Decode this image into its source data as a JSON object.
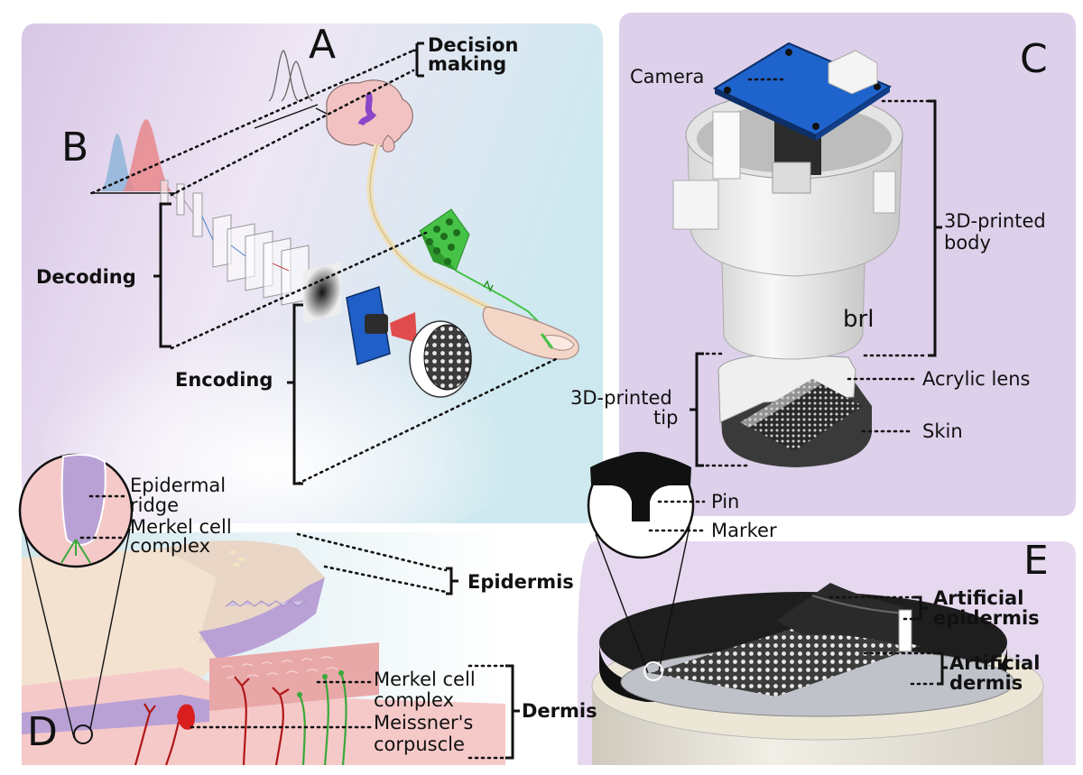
{
  "panels": {
    "a": "A",
    "b": "B",
    "c": "C",
    "d": "D",
    "e": "E"
  },
  "panel_ab": {
    "decision_line1": "Decision",
    "decision_line2": "making",
    "decoding": "Decoding",
    "encoding": "Encoding"
  },
  "panel_c": {
    "camera": "Camera",
    "body_line1": "3D-printed",
    "body_line2": "body",
    "tip_line1": "3D-printed",
    "tip_line2": "tip",
    "acrylic_lens": "Acrylic lens",
    "skin": "Skin",
    "logo": "brl"
  },
  "panel_d": {
    "ridge_line1": "Epidermal",
    "ridge_line2": "ridge",
    "merkel_top_line1": "Merkel cell",
    "merkel_top_line2": "complex",
    "epidermis": "Epidermis",
    "merkel_line1": "Merkel cell",
    "merkel_line2": "complex",
    "meissner_line1": "Meissner's",
    "meissner_line2": "corpuscle",
    "dermis": "Dermis"
  },
  "panel_e": {
    "pin": "Pin",
    "marker": "Marker",
    "art_epidermis_line1": "Artificial",
    "art_epidermis_line2": "epidermis",
    "art_dermis_line1": "Artificial",
    "art_dermis_line2": "dermis"
  },
  "colors": {
    "panel_ab_blue": "#cfe9ef",
    "panel_ab_purple": "#d9c7e6",
    "panel_c_bg": "#ddcfea",
    "panel_e_bg": "#e6d9ef",
    "camera_board": "#1e63c9",
    "sensor_green": "#3fbf3f",
    "skin_pink": "#f4c4c4",
    "epidermis_purple": "#b9a1d6",
    "nerve_green": "#3aa83a",
    "nerve_red": "#b01818"
  }
}
